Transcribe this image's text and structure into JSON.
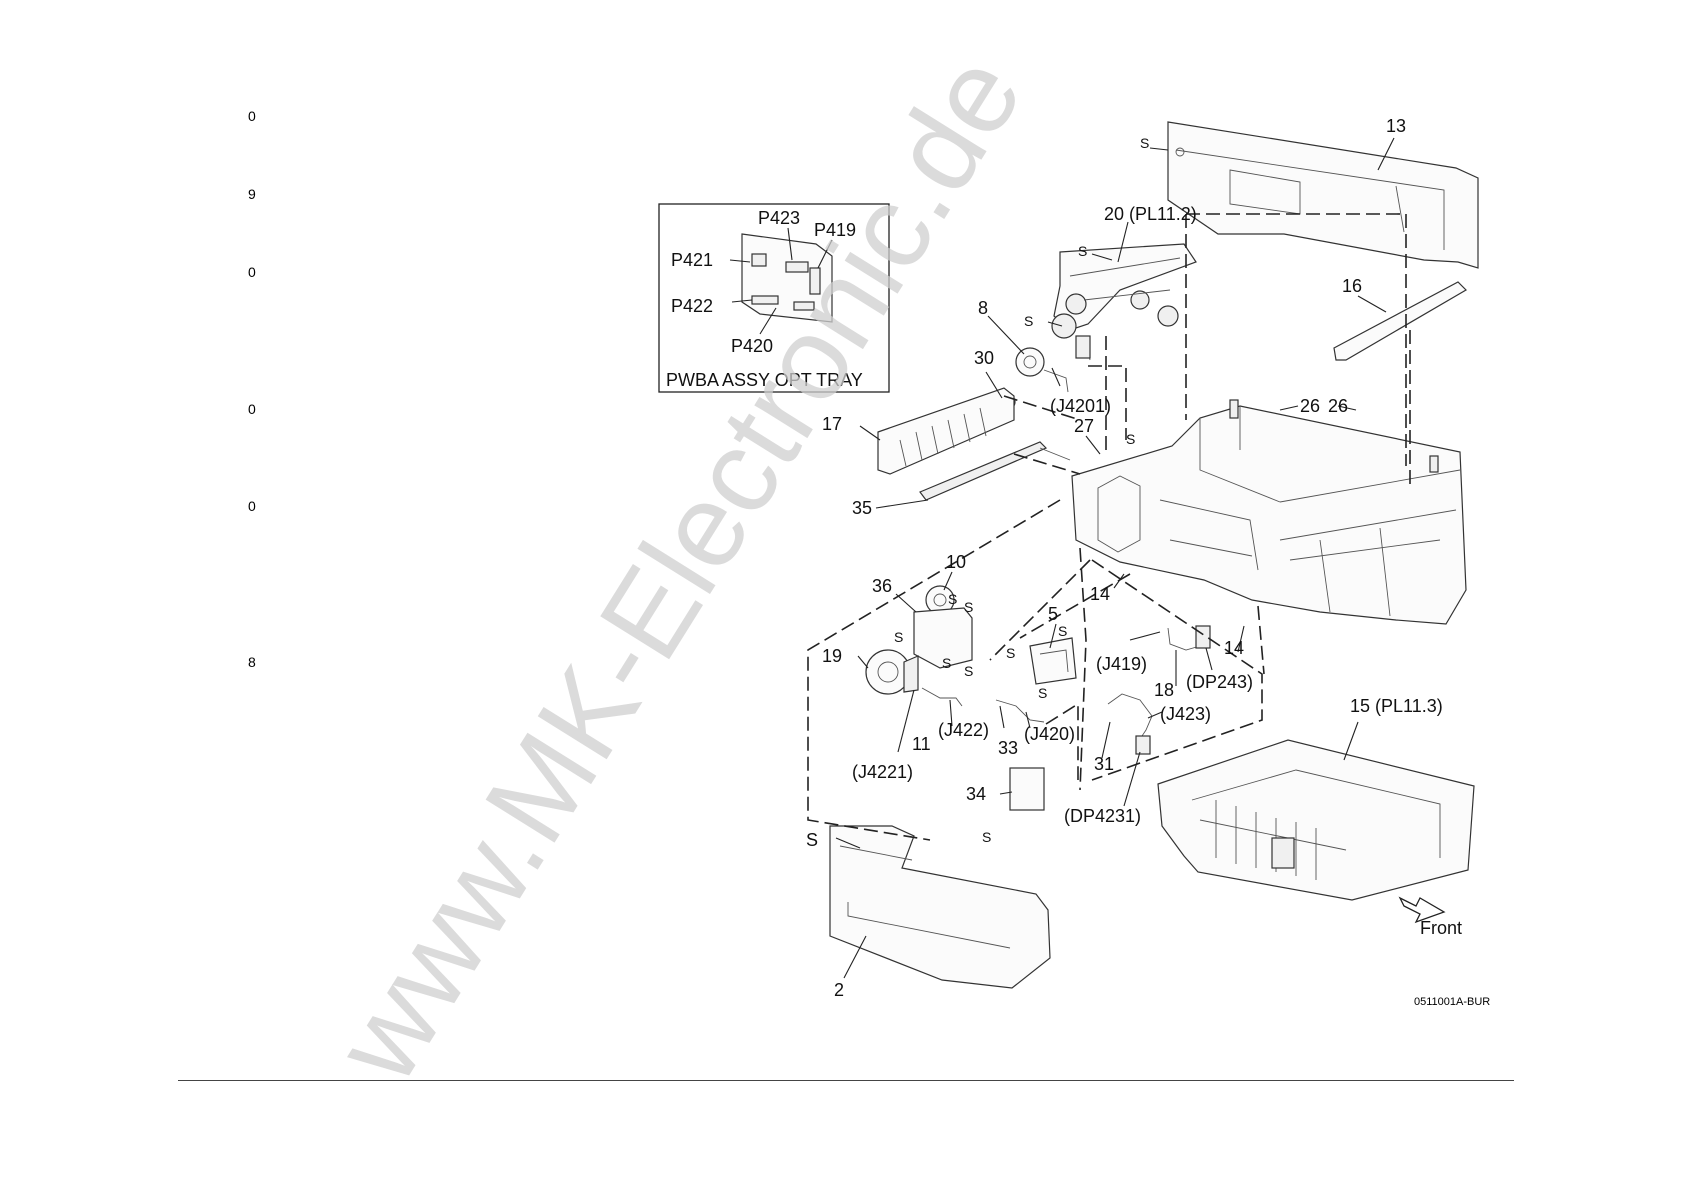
{
  "margin_numbers": [
    "0",
    "9",
    "0",
    "0",
    "0",
    "8"
  ],
  "inset": {
    "title": "PWBA ASSY OPT TRAY",
    "connectors": [
      "P423",
      "P419",
      "P421",
      "P422",
      "P420"
    ]
  },
  "callouts": {
    "c13": "13",
    "c20": "20 (PL11.2)",
    "c16": "16",
    "c8": "8",
    "c30": "30",
    "cJ4201": "(J4201)",
    "c26a": "26",
    "c26b": "26",
    "c17": "17",
    "c27": "27",
    "c35": "35",
    "c10": "10",
    "c36": "36",
    "c5": "5",
    "c14a": "14",
    "c14b": "14",
    "cJ419": "(J419)",
    "c18": "18",
    "cDP243": "(DP243)",
    "c19": "19",
    "cJ423": "(J423)",
    "c15": "15 (PL11.3)",
    "cJ422": "(J422)",
    "cJ420": "(J420)",
    "c11": "11",
    "c33": "33",
    "c31": "31",
    "cJ4221": "(J4221)",
    "c34": "34",
    "cDP4231": "(DP4231)",
    "c2": "2",
    "front": "Front"
  },
  "screw_label": "S",
  "reference_code": "0511001A-BUR",
  "watermark": "www.MK-Electronic.de",
  "icons": [
    "front-arrow-icon"
  ]
}
